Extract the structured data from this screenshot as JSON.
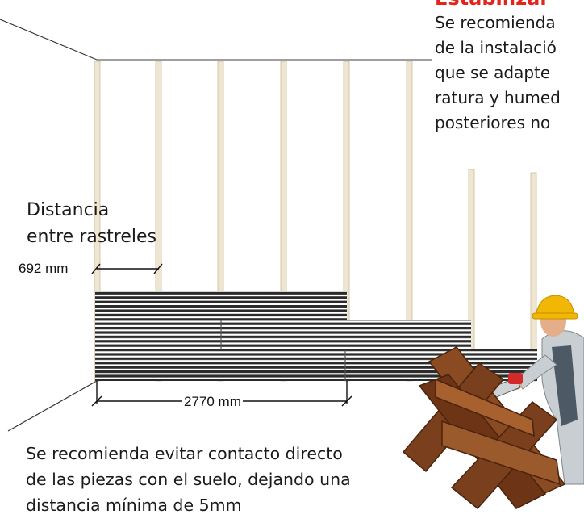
{
  "recommendation_top": {
    "title": "Estabilizar",
    "lines": [
      "Se recomienda",
      "de la instalació",
      "que se adapte",
      "ratura y humed",
      "posteriores no"
    ]
  },
  "spacing_label": {
    "lines": [
      "Distancia",
      "entre rastreles"
    ]
  },
  "dimensions": {
    "spacing": "692 mm",
    "length": "2770 mm"
  },
  "bottom_note": {
    "lines": [
      "Se recomienda evitar contacto directo",
      "de las piezas con el suelo, dejando una",
      "distancia mínima de 5mm"
    ]
  },
  "colors": {
    "accent": "#e3241b",
    "batten": "#efe6d2",
    "panel_stripe": "#2b2b2b",
    "wood": "#7a3f1c",
    "helmet": "#f2b705"
  },
  "icons": {
    "worker": "worker-sawing-icon"
  }
}
